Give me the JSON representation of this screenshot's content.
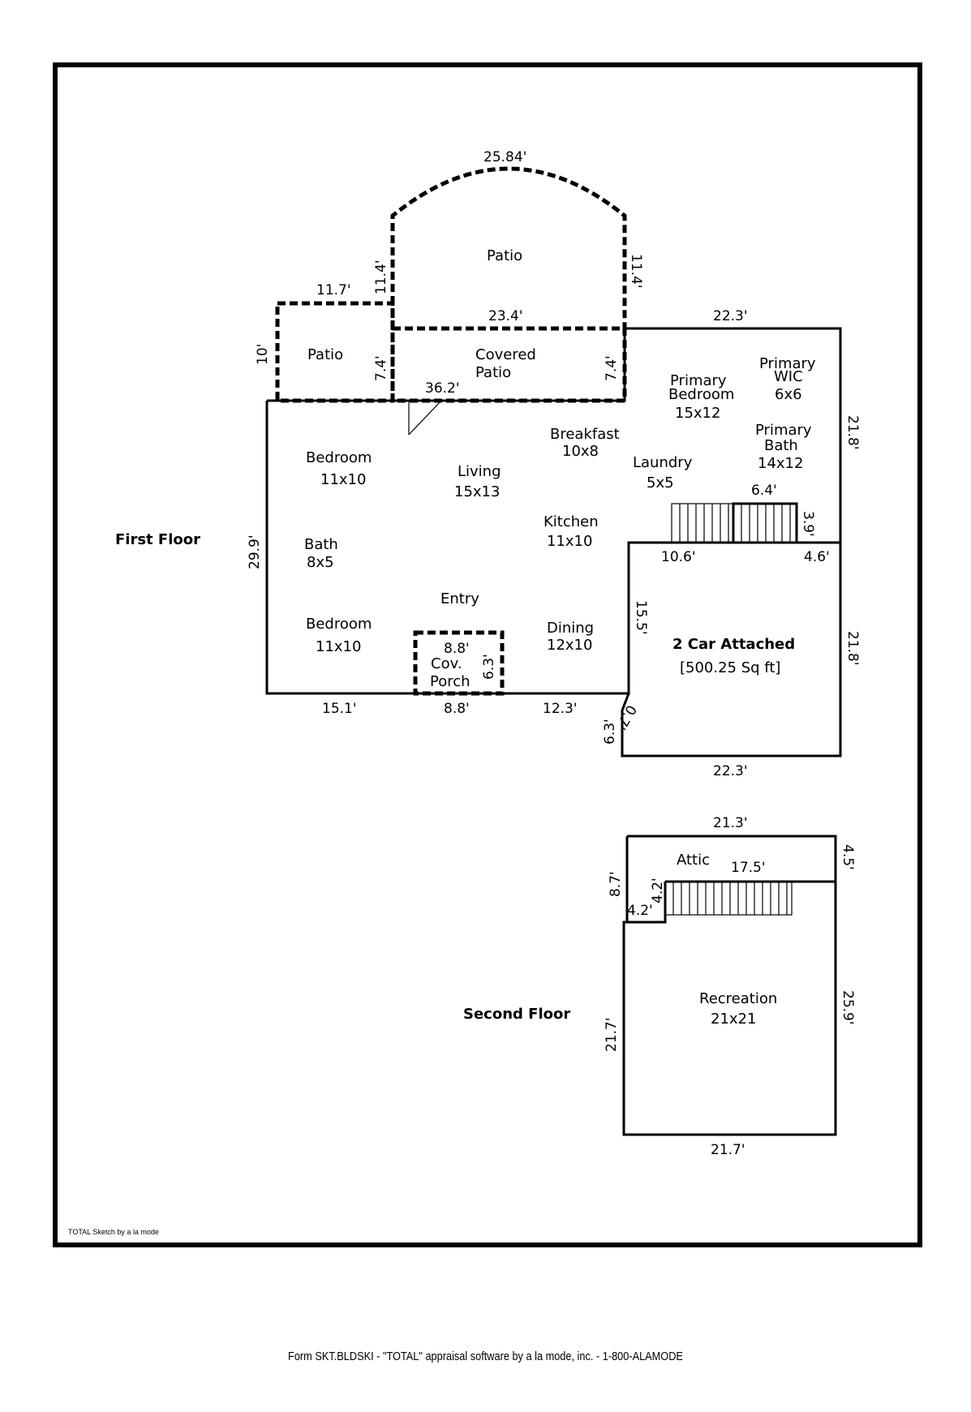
{
  "floors": {
    "first": "First Floor",
    "second": "Second Floor"
  },
  "rooms": {
    "patio_arch": "Patio",
    "patio_small": "Patio",
    "covered_patio_1": "Covered",
    "covered_patio_2": "Patio",
    "primary_bedroom_1": "Primary",
    "primary_bedroom_2": "Bedroom",
    "primary_bedroom_size": "15x12",
    "primary_wic_1": "Primary",
    "primary_wic_2": "WIC",
    "primary_wic_size": "6x6",
    "breakfast": "Breakfast",
    "breakfast_size": "10x8",
    "primary_bath_1": "Primary",
    "primary_bath_2": "Bath",
    "primary_bath_size": "14x12",
    "bedroom_1": "Bedroom",
    "bedroom_1_size": "11x10",
    "living": "Living",
    "living_size": "15x13",
    "laundry": "Laundry",
    "laundry_size": "5x5",
    "kitchen": "Kitchen",
    "kitchen_size": "11x10",
    "bath": "Bath",
    "bath_size": "8x5",
    "entry": "Entry",
    "bedroom_2": "Bedroom",
    "bedroom_2_size": "11x10",
    "cov_porch_1": "Cov.",
    "cov_porch_2": "Porch",
    "dining": "Dining",
    "dining_size": "12x10",
    "garage": "2 Car Attached",
    "garage_area": "[500.25 Sq ft]",
    "attic": "Attic",
    "recreation": "Recreation",
    "recreation_size": "21x21"
  },
  "dimensions": {
    "arch_top": "25.84'",
    "arch_left": "11.4'",
    "arch_right": "11.4'",
    "small_patio_top": "11.7'",
    "small_patio_left": "10'",
    "covered_patio_top": "23.4'",
    "right_top": "22.3'",
    "covered_left": "7.4'",
    "covered_right": "7.4'",
    "house_top": "36.2'",
    "right_side_upper": "21.8'",
    "stair_top": "6.4'",
    "stair_side": "3.9'",
    "left_side": "29.9'",
    "garage_notch_left": "10.6'",
    "garage_notch_right": "4.6'",
    "garage_inner_left": "15.5'",
    "garage_right": "21.8'",
    "porch_top": "8.8'",
    "porch_side": "6.3'",
    "bottom_left": "15.1'",
    "bottom_porch": "8.8'",
    "bottom_dining": "12.3'",
    "garage_jog": "0.7'",
    "garage_jog_side": "6.3'",
    "garage_bottom": "22.3'",
    "attic_top": "21.3'",
    "attic_right": "4.5'",
    "attic_stair": "17.5'",
    "second_left_upper": "8.7'",
    "stair_box_side": "4.2'",
    "stair_box_bottom": "4.2'",
    "rec_right": "25.9'",
    "rec_left": "21.7'",
    "rec_bottom": "21.7'"
  },
  "credit": "TOTAL Sketch by a la mode",
  "footer": "Form SKT.BLDSKI - \"TOTAL\" appraisal software by a la mode, inc. - 1-800-ALAMODE"
}
